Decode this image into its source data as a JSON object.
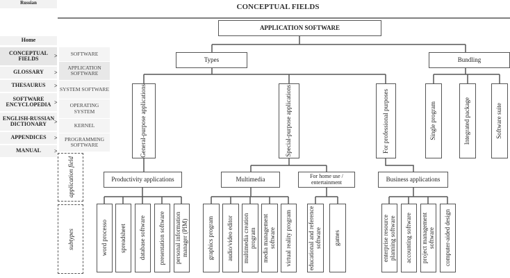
{
  "top_link": "Russian",
  "page_title": "CONCEPTUAL FIELDS",
  "sidebar": {
    "home": "Home",
    "items": [
      {
        "label": "CONCEPTUAL FIELDS"
      },
      {
        "label": "GLOSSARY"
      },
      {
        "label": "THESAURUS"
      },
      {
        "label": "SOFTWARE ENCYCLOPEDIA"
      },
      {
        "label": "ENGLISH-RUSSIAN DICTIONARY"
      },
      {
        "label": "APPENDICES"
      },
      {
        "label": "MANUAL"
      }
    ],
    "arrow": ">",
    "submenu": [
      "SOFTWARE",
      "APPLICATION SOFTWARE",
      "SYSTEM SOFTWARE",
      "OPERATING SYSTEM",
      "KERNEL",
      "PROGRAMMING SOFTWARE"
    ]
  },
  "diagram": {
    "root": "APPLICATION SOFTWARE",
    "types": "Types",
    "bundling": "Bundling",
    "general": "General-purpose applications",
    "special": "Special-purpose applications",
    "professional": "For professional purposes",
    "bundles": [
      "Single program",
      "Integrated package",
      "Software suite"
    ],
    "productivity": "Productivity applications",
    "multimedia": "Multimedia",
    "home": "For home use / entertainment",
    "business": "Business applications",
    "productivity_items": [
      "word processo",
      "spreadsheet",
      "database software",
      "presentation software",
      "personal information manager (PIM)"
    ],
    "multimedia_items": [
      "graphics program",
      "audio/video editor",
      "multimedia creation program",
      "media management software",
      "virtual reality program"
    ],
    "home_items": [
      "educational and reference software",
      "games"
    ],
    "business_items": [
      "enterprise resource planning software",
      "accounting software",
      "project management software",
      "computer-aided design"
    ],
    "legend": {
      "field": "application field",
      "subtypes": "subtypes"
    }
  }
}
